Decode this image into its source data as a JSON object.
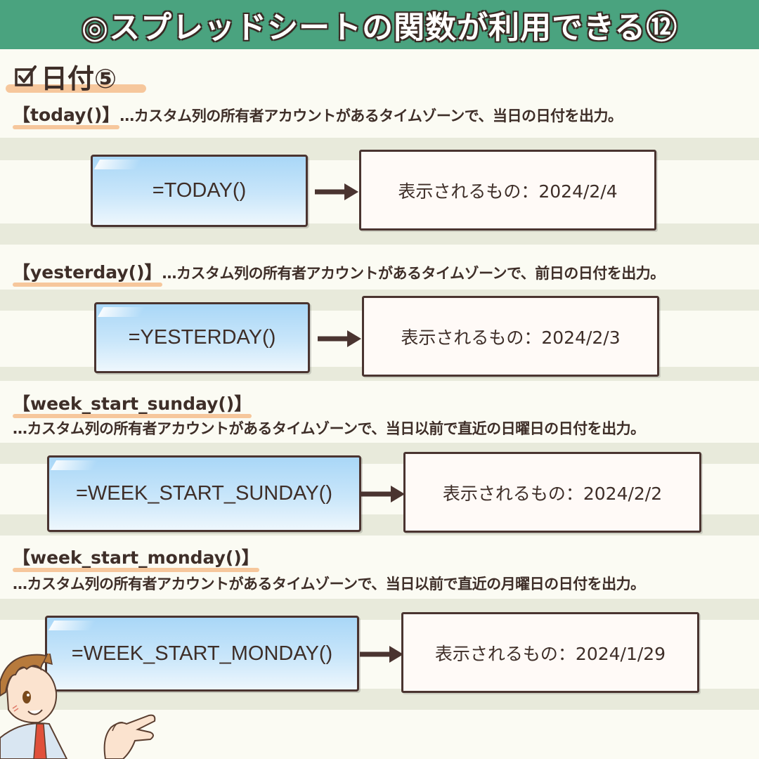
{
  "header": {
    "title": "◎スプレッドシートの関数が利用できる⑫"
  },
  "section": {
    "title": "日付⑤"
  },
  "colors": {
    "header_bg": "#4aa37f",
    "accent_underline": "#f6c79c",
    "formula_box_gradient_top": "#a9d7f7",
    "border": "#4a3430"
  },
  "functions": [
    {
      "name": "【today()】",
      "description": "…カスタム列の所有者アカウントがあるタイムゾーンで、当日の日付を出力。",
      "formula": "=TODAY()",
      "result": "表示されるもの：2024/2/4"
    },
    {
      "name": "【yesterday()】",
      "description": "…カスタム列の所有者アカウントがあるタイムゾーンで、前日の日付を出力。",
      "formula": "=YESTERDAY()",
      "result": "表示されるもの：2024/2/3"
    },
    {
      "name": "【week_start_sunday()】",
      "description": "…カスタム列の所有者アカウントがあるタイムゾーンで、当日以前で直近の日曜日の日付を出力。",
      "formula": "=WEEK_START_SUNDAY()",
      "result": "表示されるもの：2024/2/2"
    },
    {
      "name": "【week_start_monday()】",
      "description": "…カスタム列の所有者アカウントがあるタイムゾーンで、当日以前で直近の月曜日の日付を出力。",
      "formula": "=WEEK_START_MONDAY()",
      "result": "表示されるもの：2024/1/29"
    }
  ],
  "icons": [
    "check-square-icon",
    "arrow-right-icon",
    "mascot-character"
  ]
}
